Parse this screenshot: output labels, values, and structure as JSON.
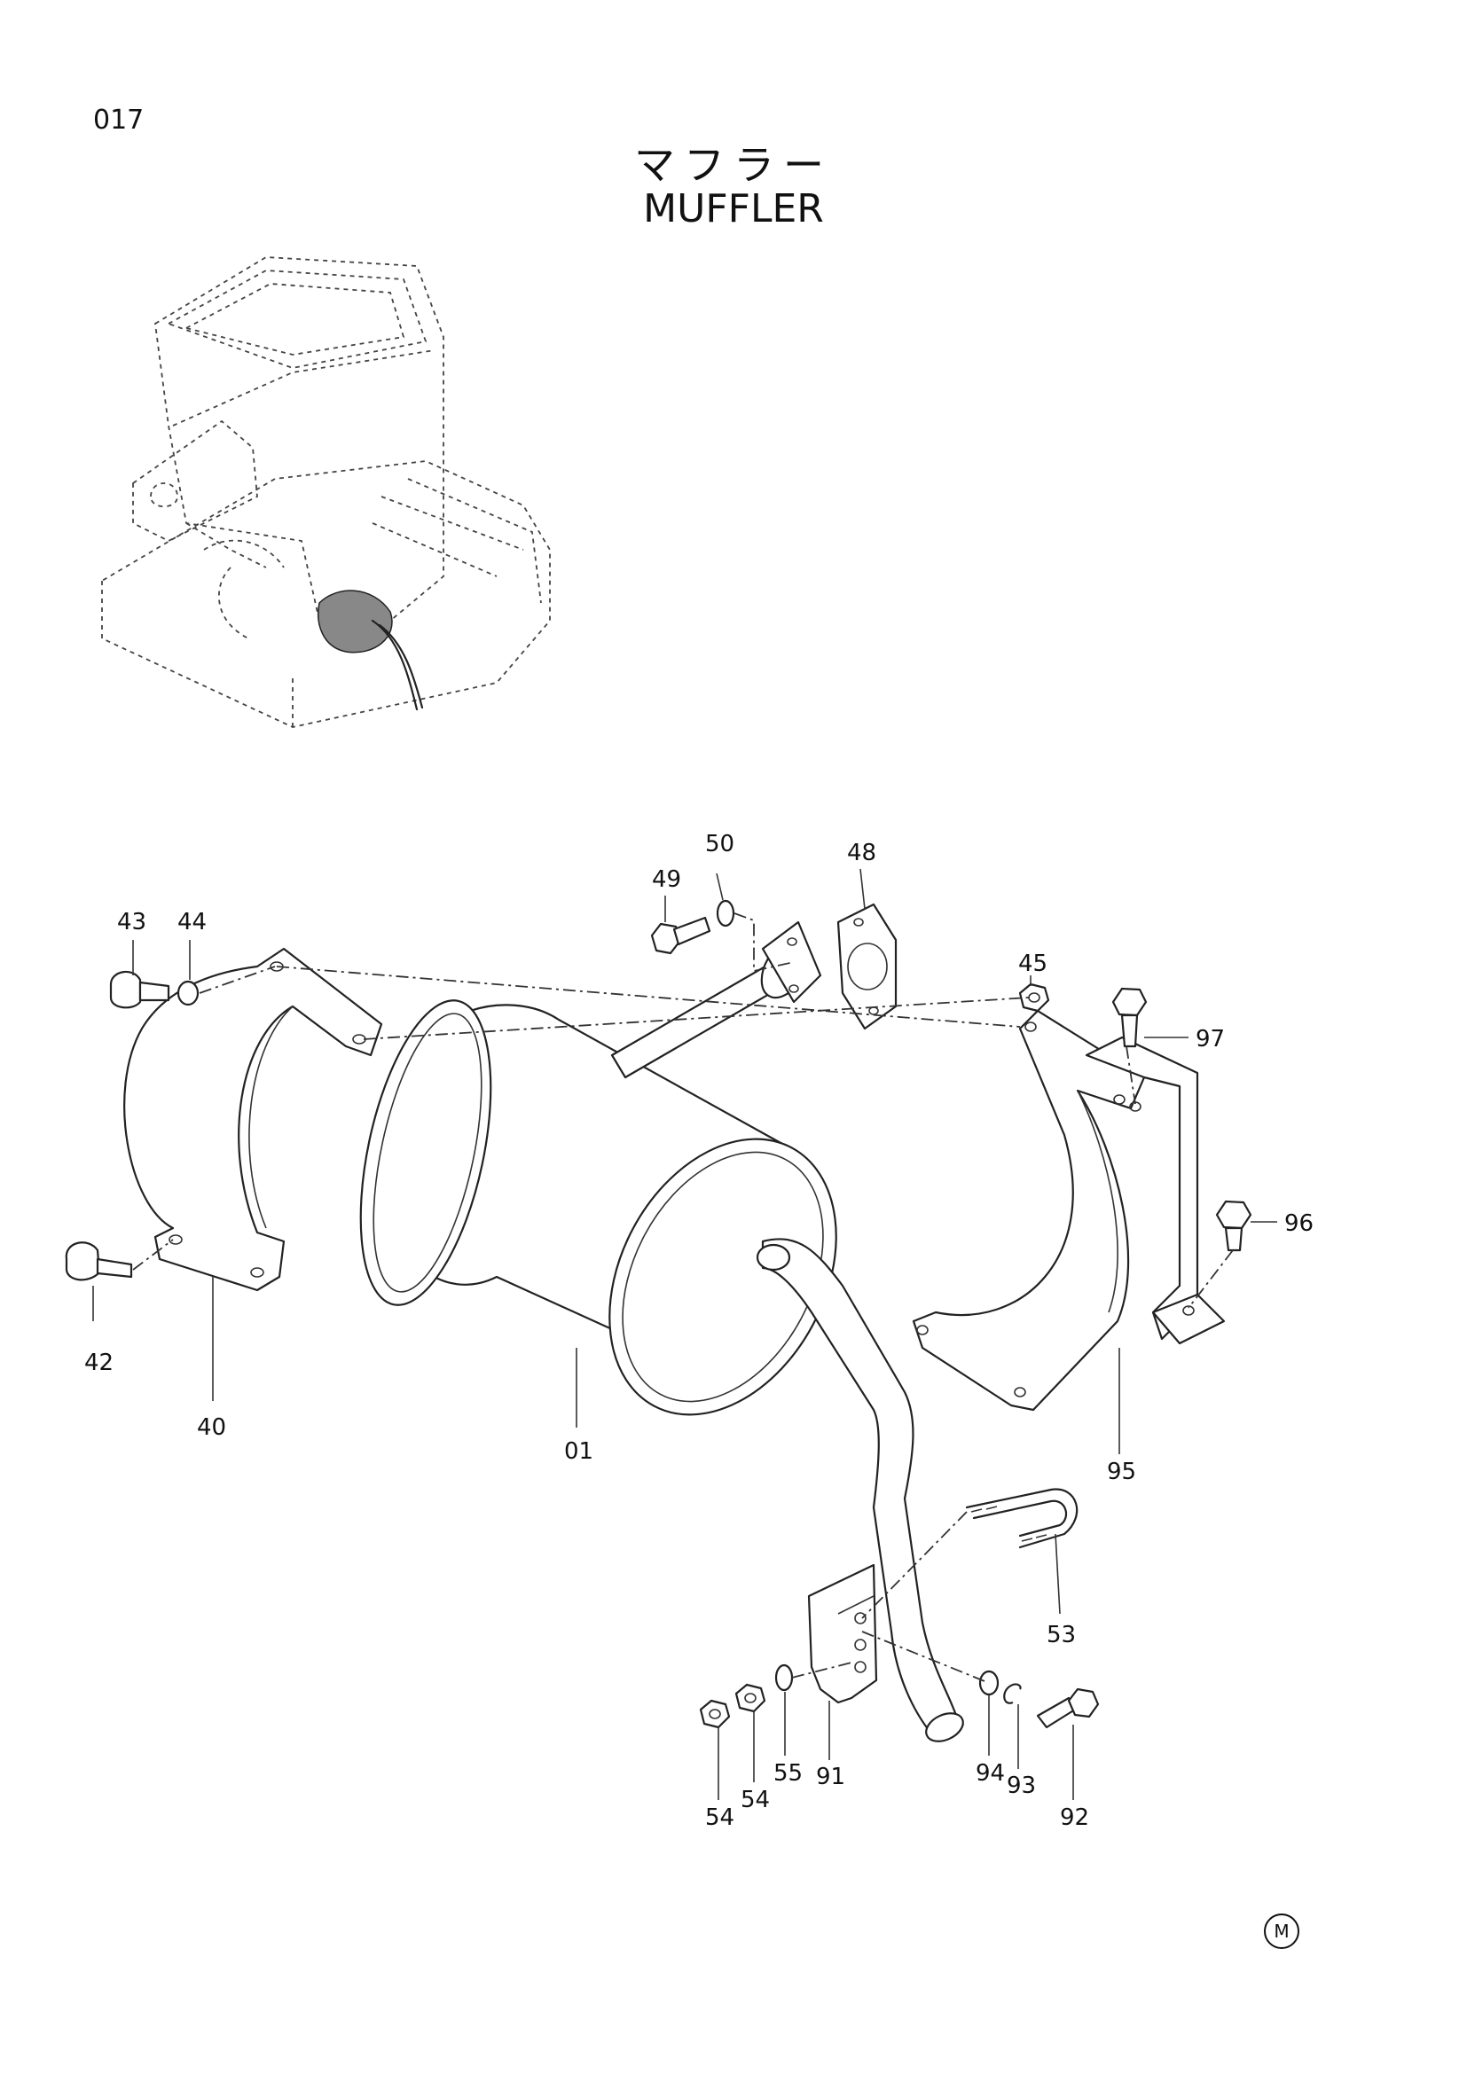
{
  "header": {
    "page_number": "017",
    "title_jp": "マフラー",
    "title_en": "MUFFLER"
  },
  "footer": {
    "mark": "M"
  },
  "callouts": {
    "c01": "01",
    "c40": "40",
    "c42": "42",
    "c43": "43",
    "c44": "44",
    "c45": "45",
    "c48": "48",
    "c49": "49",
    "c50": "50",
    "c53": "53",
    "c54a": "54",
    "c54b": "54",
    "c55": "55",
    "c91": "91",
    "c92": "92",
    "c93": "93",
    "c94": "94",
    "c95": "95",
    "c96": "96",
    "c97": "97"
  }
}
